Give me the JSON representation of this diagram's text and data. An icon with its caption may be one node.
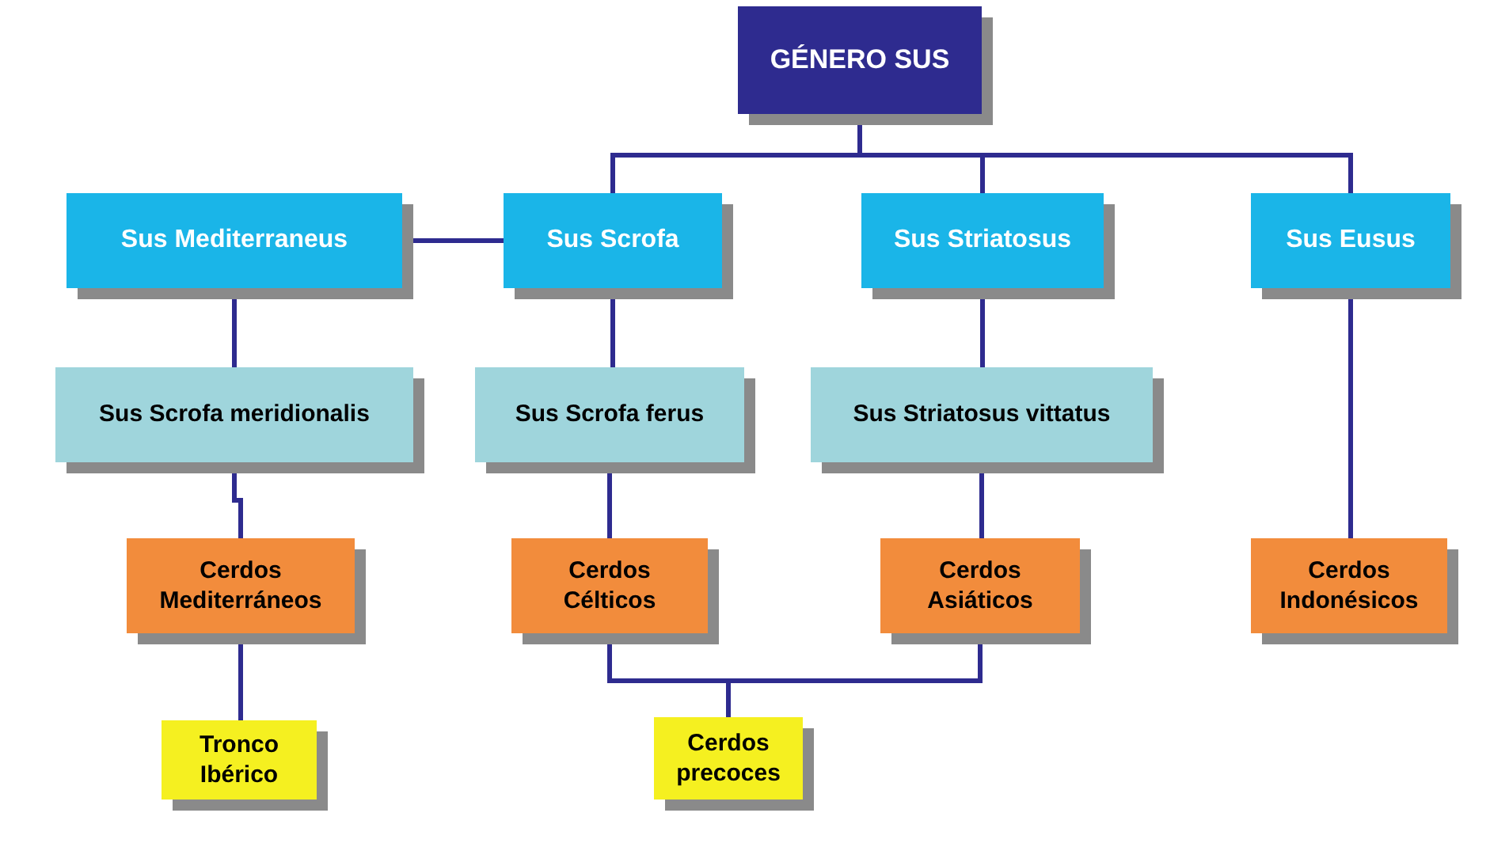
{
  "diagram": {
    "nodes": [
      {
        "text": [
          "GÉNERO SUS"
        ]
      },
      {
        "text": [
          "Sus Mediterraneus"
        ]
      },
      {
        "text": [
          "Sus Scrofa"
        ]
      },
      {
        "text": [
          "Sus Striatosus"
        ]
      },
      {
        "text": [
          "Sus Eusus"
        ]
      },
      {
        "text": [
          "Sus Scrofa meridionalis"
        ]
      },
      {
        "text": [
          "Sus Scrofa ferus"
        ]
      },
      {
        "text": [
          "Sus Striatosus vittatus"
        ]
      },
      {
        "text": [
          "Cerdos Mediterráneos"
        ]
      },
      {
        "text": [
          "Cerdos Célticos"
        ]
      },
      {
        "text": [
          "Cerdos Asiáticos"
        ]
      },
      {
        "text": [
          "Cerdos Indonésicos"
        ]
      },
      {
        "text": [
          "Tronco Ibérico"
        ]
      },
      {
        "text": [
          "Cerdos precoces"
        ]
      }
    ],
    "edges": [
      {
        "from": 0,
        "to": 2,
        "arrow": "none"
      },
      {
        "from": 0,
        "to": 3,
        "arrow": "none"
      },
      {
        "from": 0,
        "to": 4,
        "arrow": "none"
      },
      {
        "from": 1,
        "to": 2,
        "arrow": "none"
      },
      {
        "from": 1,
        "to": 5,
        "arrow": "none"
      },
      {
        "from": 2,
        "to": 6,
        "arrow": "none"
      },
      {
        "from": 3,
        "to": 7,
        "arrow": "none"
      },
      {
        "from": 4,
        "to": 11,
        "arrow": "none"
      },
      {
        "from": 5,
        "to": 8,
        "arrow": "none"
      },
      {
        "from": 6,
        "to": 9,
        "arrow": "none"
      },
      {
        "from": 7,
        "to": 10,
        "arrow": "none"
      },
      {
        "from": 8,
        "to": 12,
        "arrow": "none"
      },
      {
        "from": 9,
        "to": 13,
        "arrow": "none"
      },
      {
        "from": 10,
        "to": 13,
        "arrow": "none"
      }
    ]
  }
}
